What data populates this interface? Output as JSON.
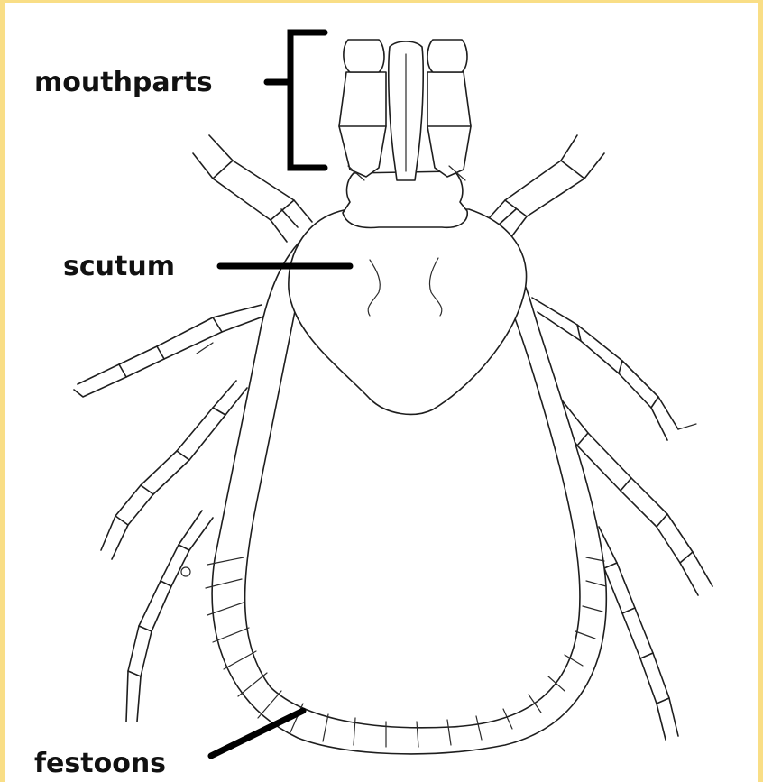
{
  "labels": {
    "mouthparts": "mouthparts",
    "scutum": "scutum",
    "festoons": "festoons"
  },
  "colors": {
    "border": "#f9de86",
    "line": "#1e1e1e",
    "label": "#111111"
  }
}
